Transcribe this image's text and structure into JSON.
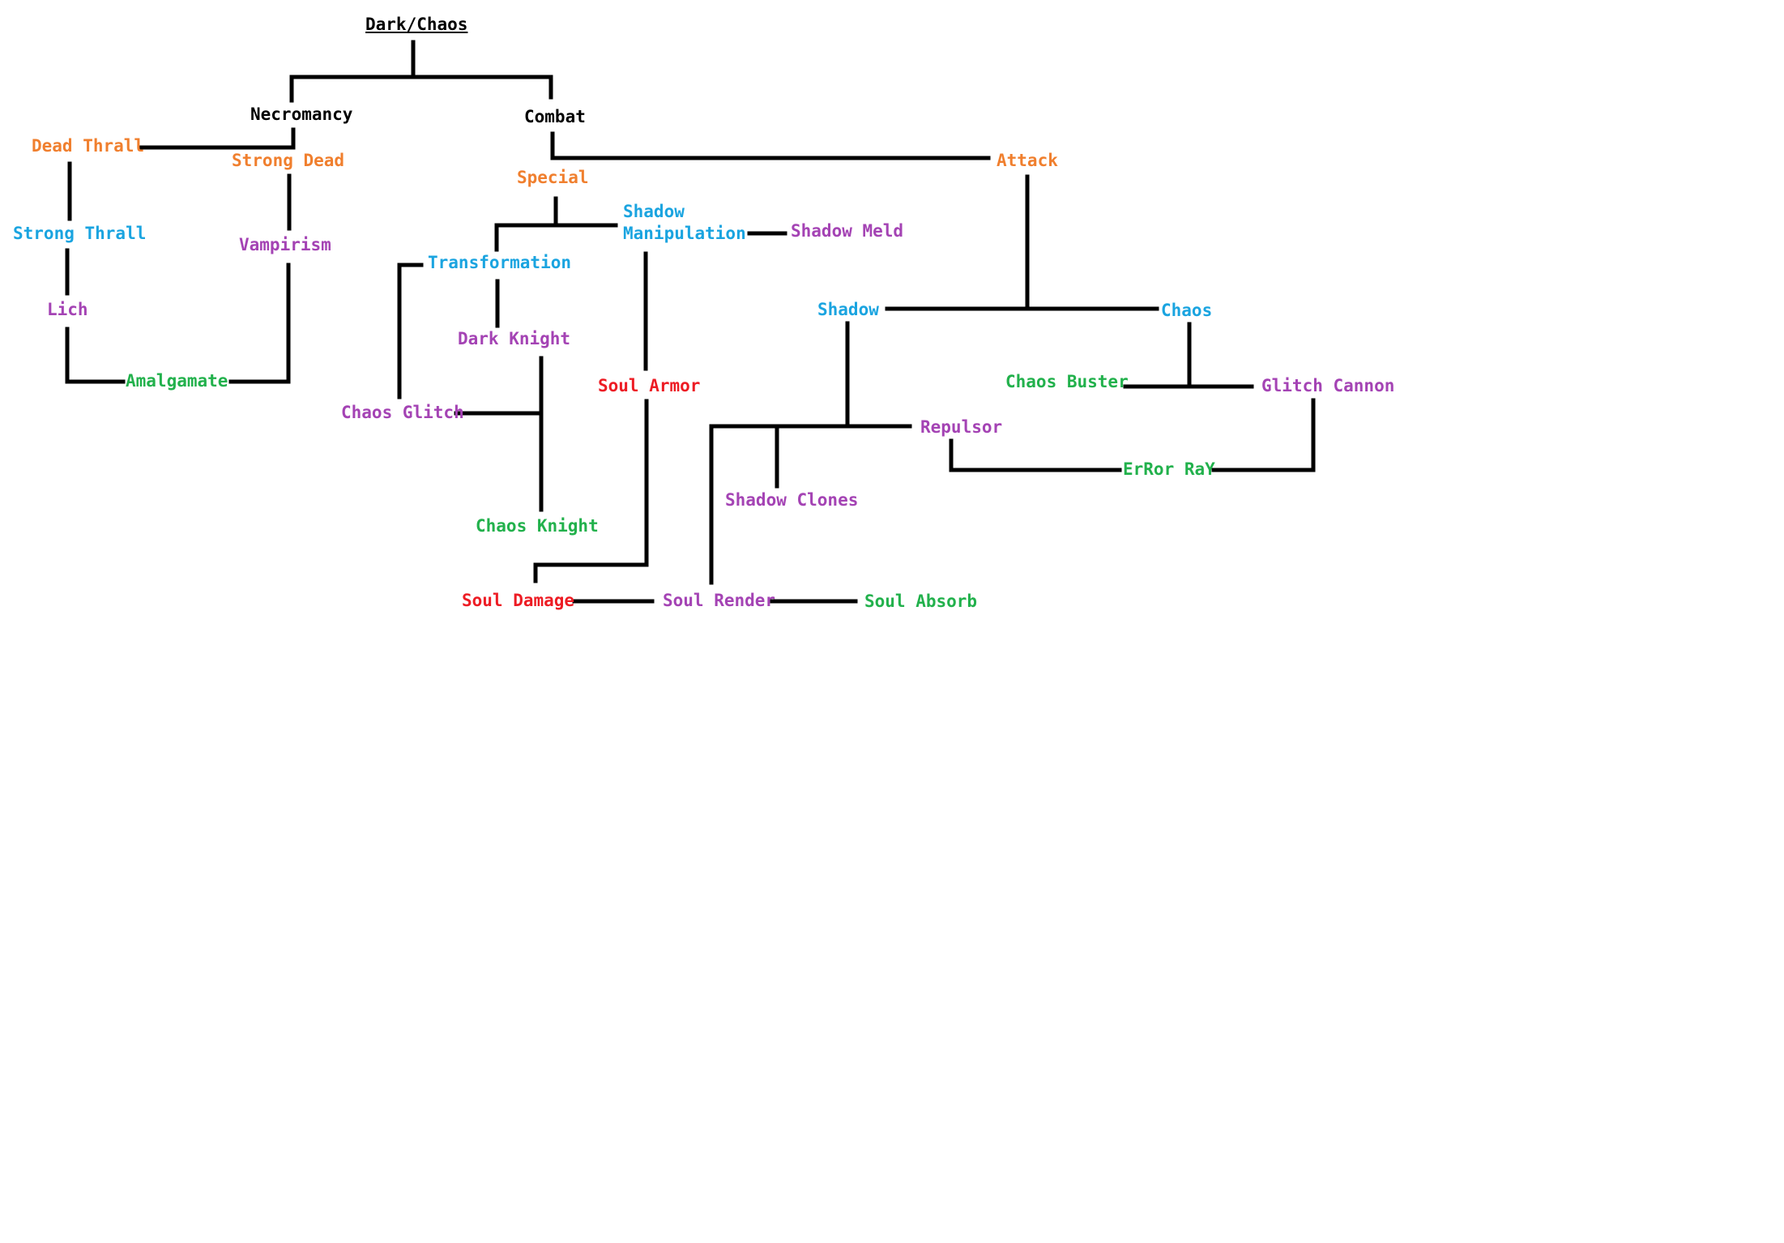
{
  "colors": {
    "black": "#000000",
    "orange": "#f07f2e",
    "blue": "#1aa4e0",
    "purple": "#a443b4",
    "green": "#22b14c",
    "red": "#ed1c24",
    "line": "#000000"
  },
  "nodes": {
    "dark_chaos": "Dark/Chaos",
    "necromancy": "Necromancy",
    "combat": "Combat",
    "dead_thrall": "Dead Thrall",
    "strong_dead": "Strong Dead",
    "special": "Special",
    "attack": "Attack",
    "strong_thrall": "Strong Thrall",
    "vampirism": "Vampirism",
    "shadow_manipulation_1": "Shadow",
    "shadow_manipulation_2": "Manipulation",
    "shadow_meld": "Shadow Meld",
    "transformation": "Transformation",
    "lich": "Lich",
    "shadow": "Shadow",
    "chaos": "Chaos",
    "dark_knight": "Dark Knight",
    "amalgamate": "Amalgamate",
    "chaos_buster": "Chaos Buster",
    "soul_armor": "Soul Armor",
    "glitch_cannon": "Glitch Cannon",
    "chaos_glitch": "Chaos Glitch",
    "repulsor": "Repulsor",
    "error_ray": "ErRor RaY",
    "shadow_clones": "Shadow Clones",
    "chaos_knight": "Chaos Knight",
    "soul_damage": "Soul Damage",
    "soul_render": "Soul Render",
    "soul_absorb": "Soul Absorb"
  }
}
